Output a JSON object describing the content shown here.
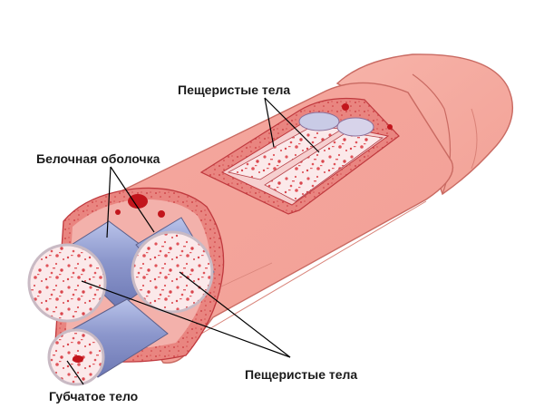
{
  "labels": {
    "cavernous_top": "Пещеристые тела",
    "tunica_albuginea": "Белочная оболочка",
    "cavernous_bottom": "Пещеристые тела",
    "spongy_body": "Губчатое тело"
  }
}
